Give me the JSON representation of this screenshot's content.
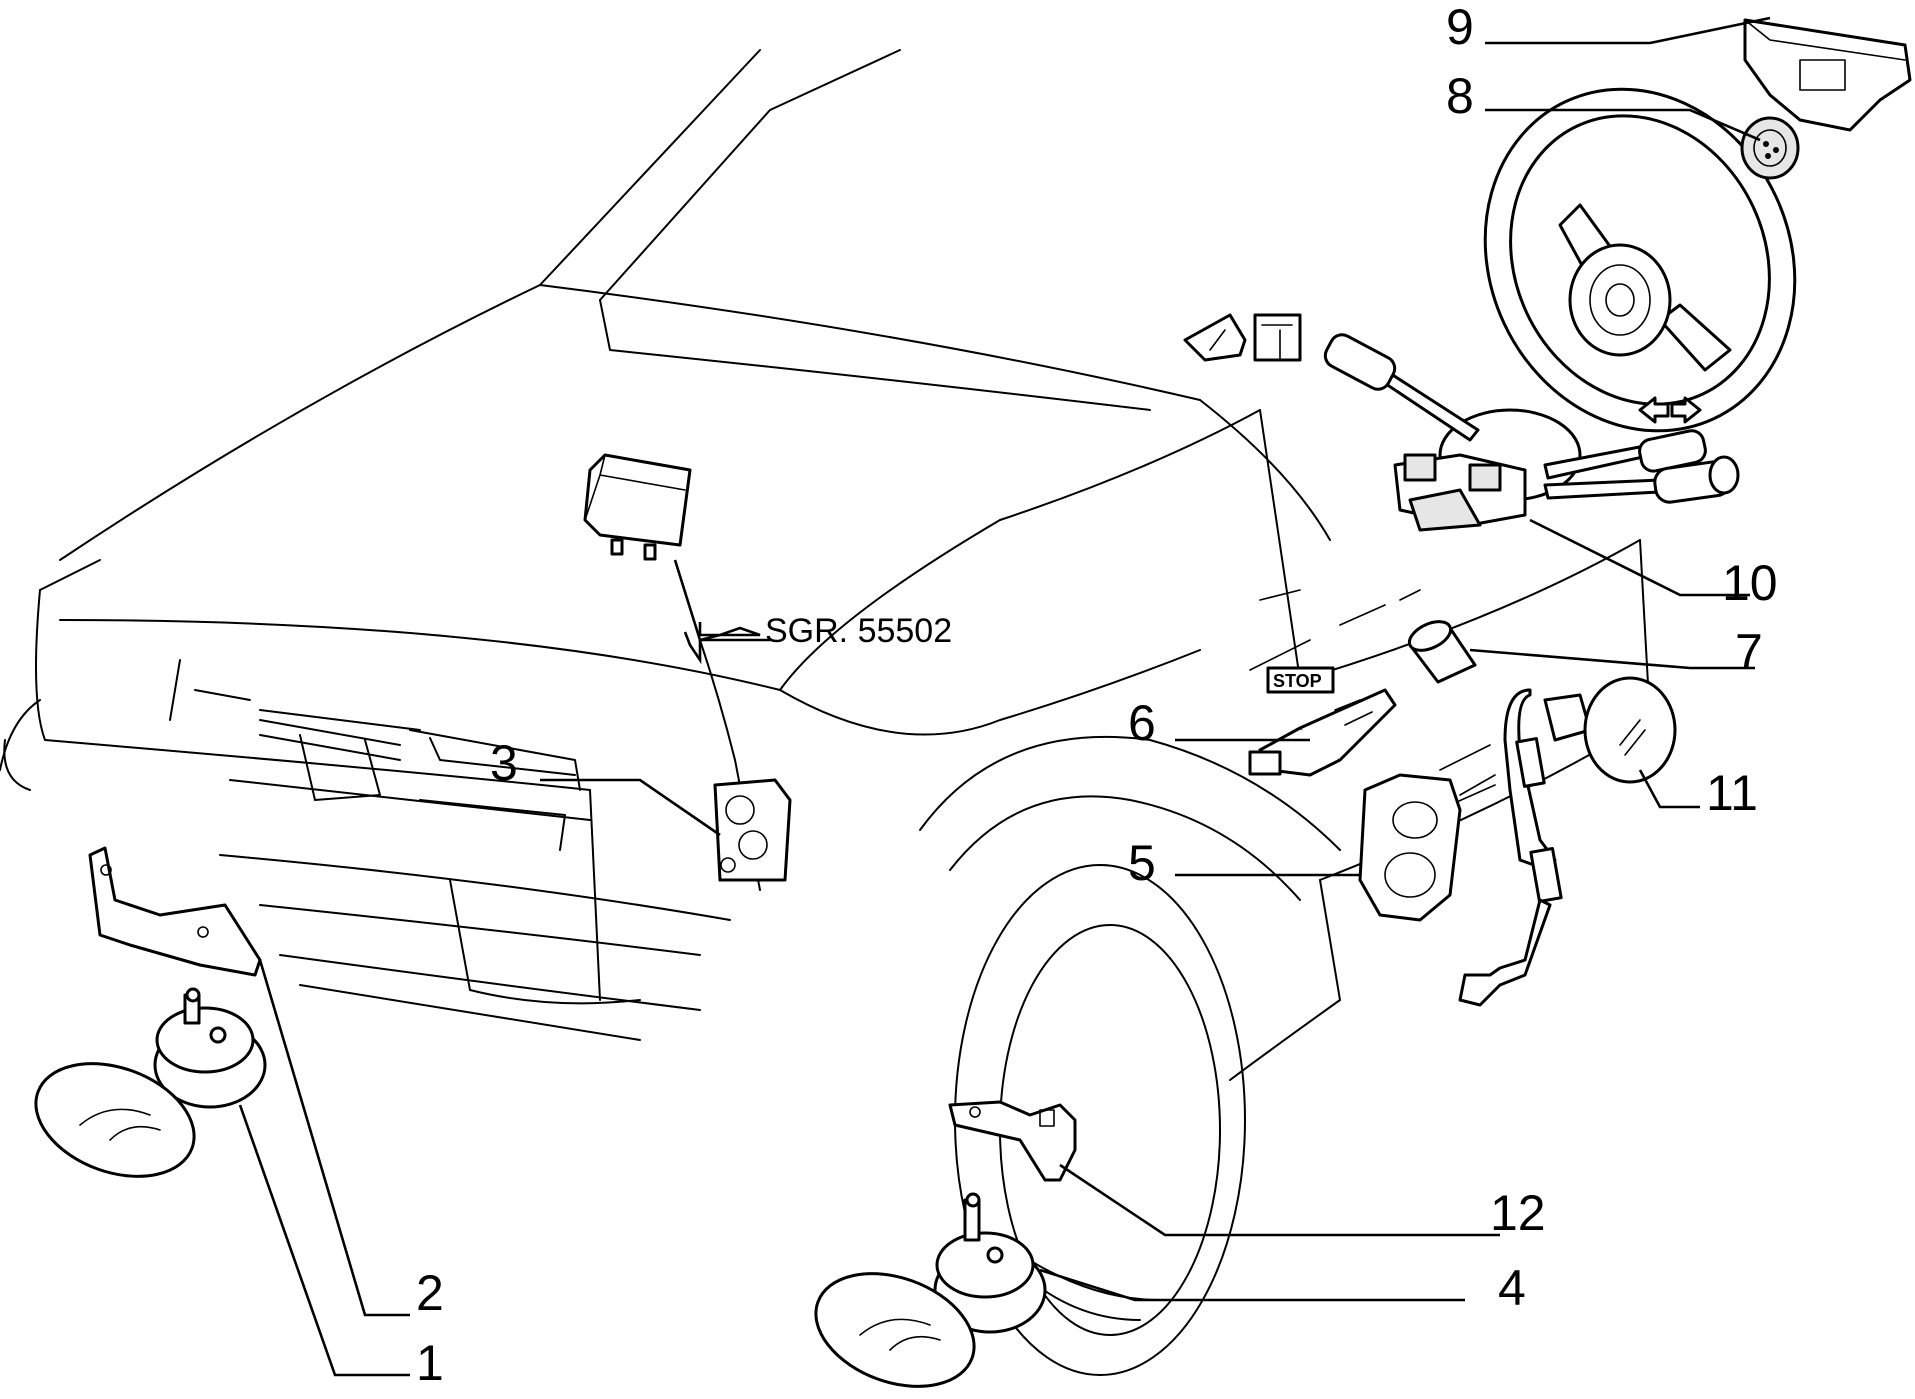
{
  "callouts": {
    "n1": "1",
    "n2": "2",
    "n3": "3",
    "n4": "4",
    "n5": "5",
    "n6": "6",
    "n7": "7",
    "n8": "8",
    "n9": "9",
    "n10": "10",
    "n11": "11",
    "n12": "12"
  },
  "reference": "SGR. 55502",
  "stop_label": "STOP"
}
